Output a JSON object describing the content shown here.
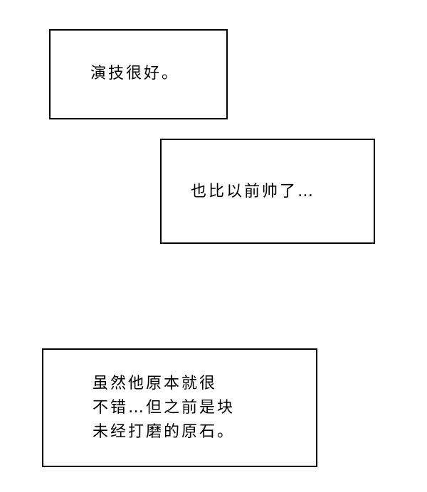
{
  "captions": [
    {
      "lines": [
        "演技很好。"
      ]
    },
    {
      "lines": [
        "也比以前帅了…"
      ]
    },
    {
      "lines": [
        "虽然他原本就很",
        "不错…但之前是块",
        "未经打磨的原石。"
      ]
    }
  ]
}
